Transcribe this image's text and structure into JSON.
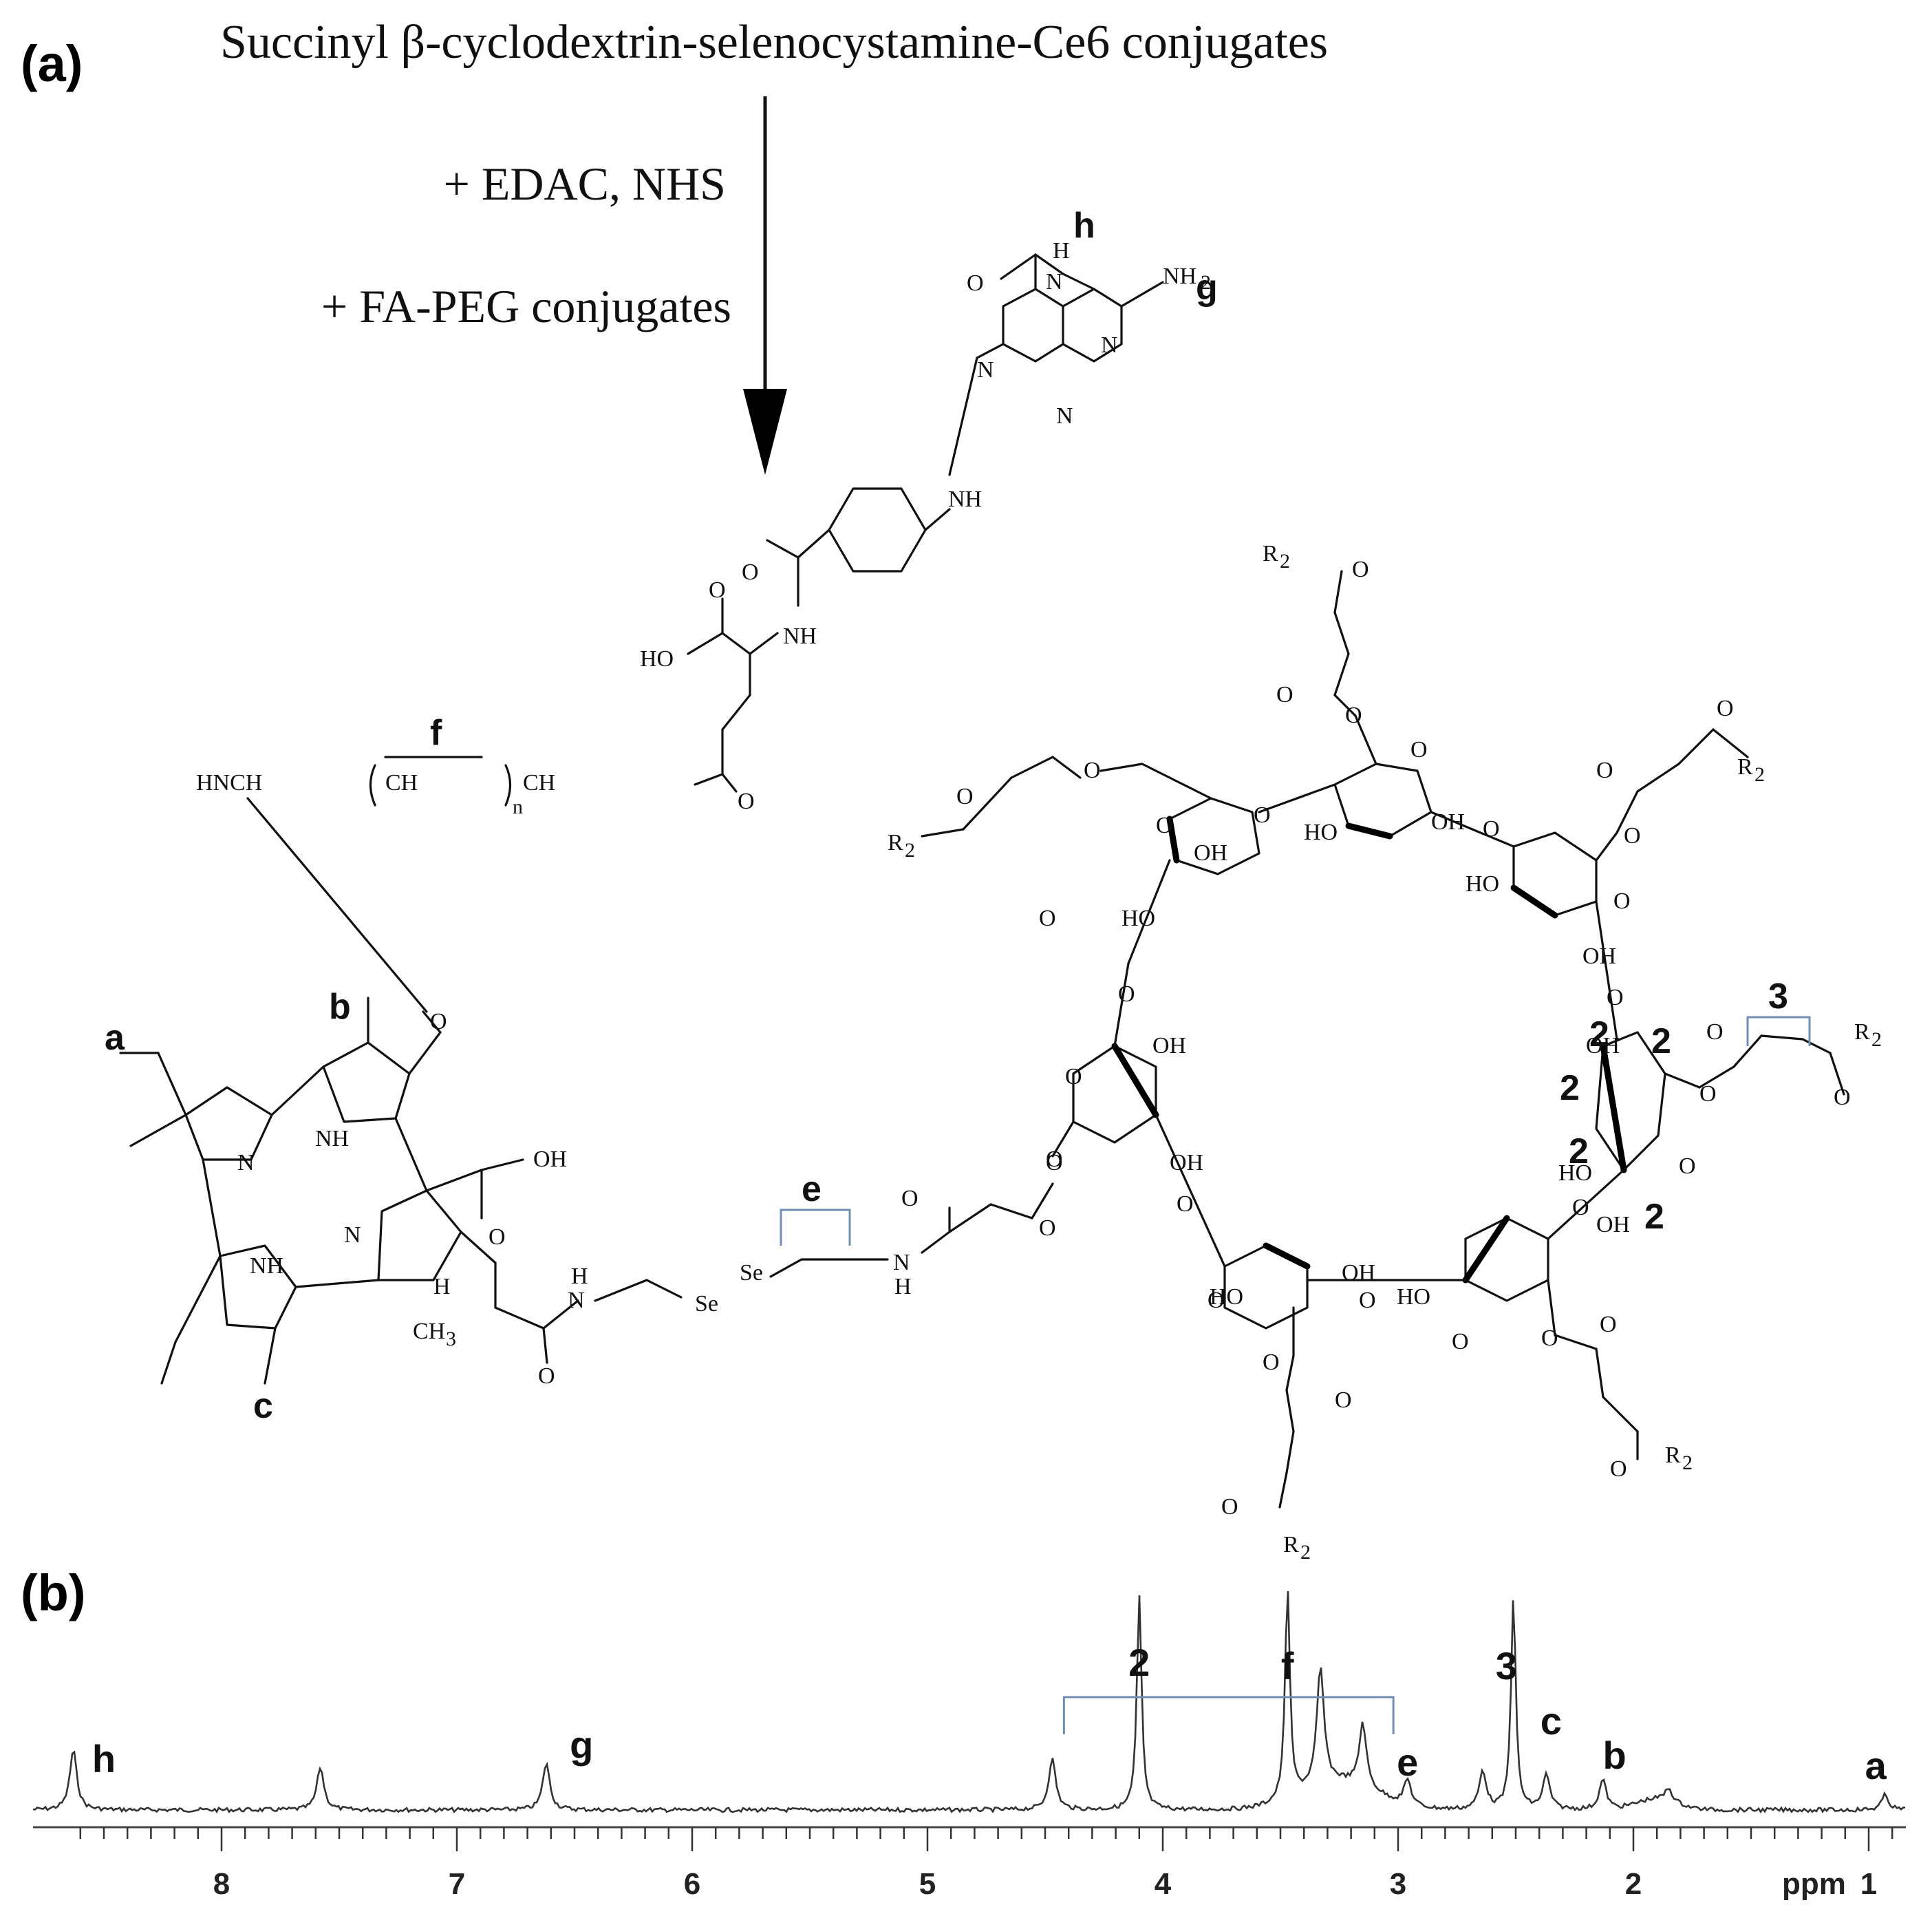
{
  "panel_a": {
    "label": "(a)",
    "title": "Succinyl β-cyclodextrin-selenocystamine-Ce6 conjugates",
    "reagent_1": "+ EDAC, NHS",
    "reagent_2": "+ FA-PEG conjugates"
  },
  "atoms": {
    "NH2": "NH",
    "NH2_sub": "2",
    "N": "N",
    "H": "H",
    "O": "O",
    "NH": "NH",
    "HO": "HO",
    "OH": "OH",
    "Se": "Se",
    "CH3": "CH",
    "CH3_sub": "3",
    "R2": "R",
    "R2_sub": "2",
    "peg_left": "HNCH",
    "peg_repeat": "CH",
    "peg_right": "CH",
    "peg_n": "n"
  },
  "markers": {
    "a": "a",
    "b": "b",
    "c": "c",
    "e": "e",
    "f": "f",
    "g": "g",
    "h": "h",
    "two": "2",
    "three": "3"
  },
  "panel_b": {
    "label": "(b)",
    "unit": "ppm",
    "axis_ticks": [
      "8",
      "7",
      "6",
      "5",
      "4",
      "3",
      "2",
      "1"
    ],
    "peak_labels": [
      "h",
      "g",
      "2",
      "f",
      "3",
      "c",
      "b",
      "e",
      "a"
    ]
  },
  "chart_data": {
    "type": "line",
    "title": "",
    "xlabel": "ppm",
    "ylabel": "",
    "xlim": [
      8.7,
      0.8
    ],
    "x_reversed": true,
    "peaks": [
      {
        "ppm": 8.63,
        "label": "h",
        "intensity": 0.28
      },
      {
        "ppm": 7.58,
        "label": "",
        "intensity": 0.2
      },
      {
        "ppm": 6.62,
        "label": "g",
        "intensity": 0.22
      },
      {
        "ppm": 4.47,
        "label": "",
        "intensity": 0.24
      },
      {
        "ppm": 4.1,
        "label": "",
        "intensity": 1.0
      },
      {
        "ppm": 3.47,
        "label": "f",
        "intensity": 1.0
      },
      {
        "ppm": 3.33,
        "label": "",
        "intensity": 0.55
      },
      {
        "ppm": 3.15,
        "label": "",
        "intensity": 0.3
      },
      {
        "ppm": 2.96,
        "label": "e",
        "intensity": 0.12
      },
      {
        "ppm": 2.64,
        "label": "",
        "intensity": 0.18
      },
      {
        "ppm": 2.51,
        "label": "3",
        "intensity": 1.0
      },
      {
        "ppm": 2.37,
        "label": "c",
        "intensity": 0.16
      },
      {
        "ppm": 2.13,
        "label": "b",
        "intensity": 0.14
      },
      {
        "ppm": 1.85,
        "label": "",
        "intensity": 0.06
      },
      {
        "ppm": 0.93,
        "label": "a",
        "intensity": 0.07
      }
    ],
    "range_label": {
      "label": "2",
      "from_ppm": 4.42,
      "to_ppm": 3.02
    }
  }
}
